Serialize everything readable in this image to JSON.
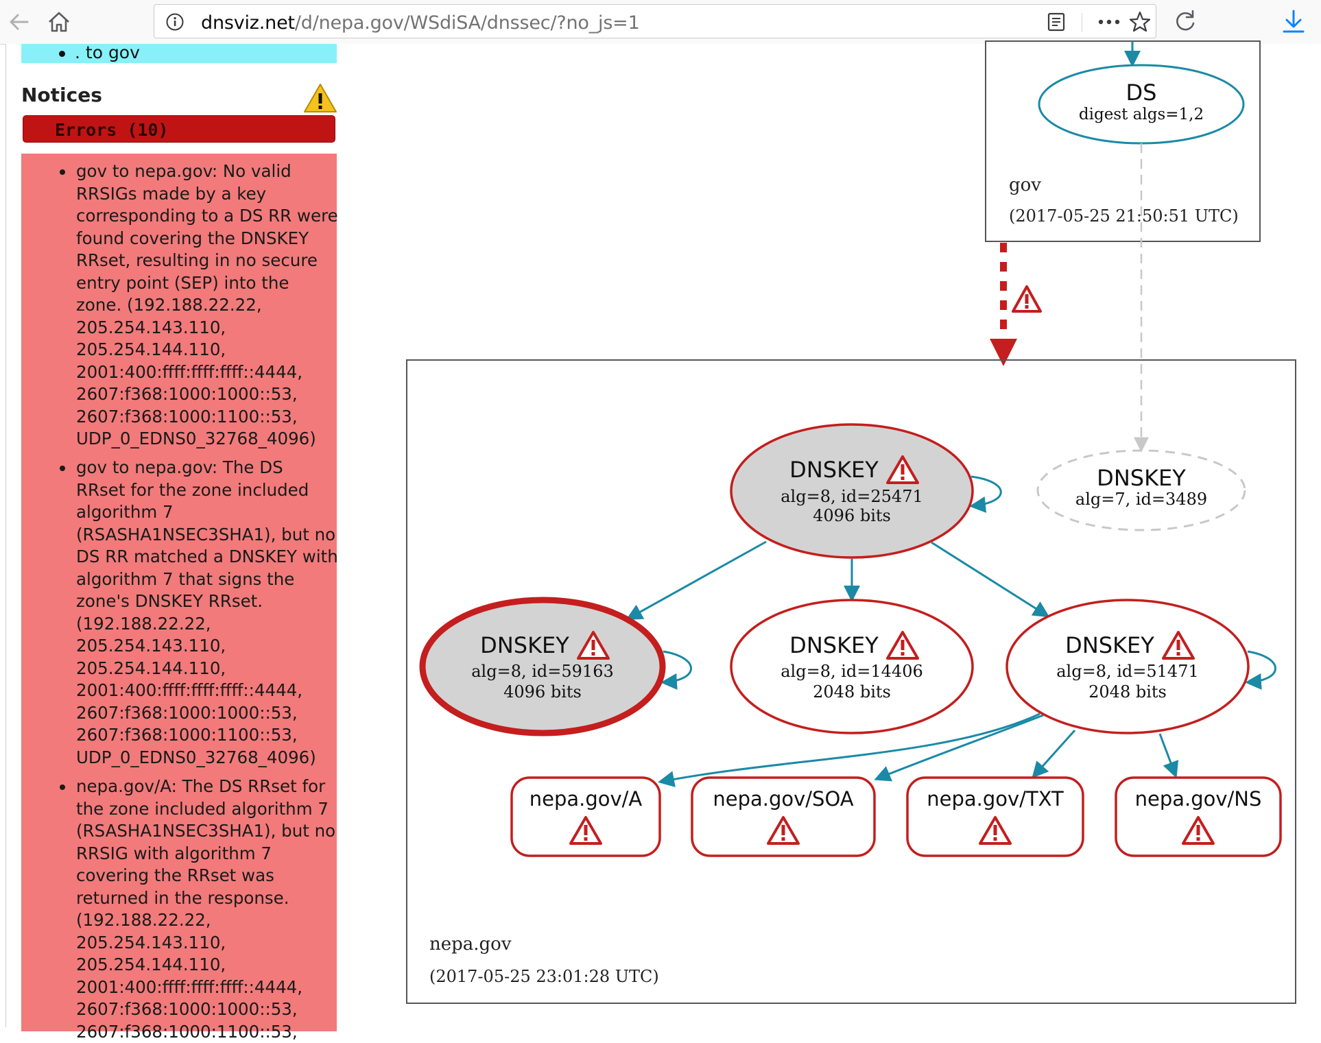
{
  "browser": {
    "url_host": "dnsviz.net",
    "url_path": "/d/nepa.gov/WSdiSA/dnssec/?no_js=1",
    "icons": [
      "back-arrow-icon",
      "home-icon",
      "info-icon",
      "reader-mode-icon",
      "more-dots-icon",
      "star-icon",
      "reload-icon",
      "download-icon"
    ],
    "colors": {
      "toolbar_bg": "#f9f9fa",
      "download_accent": "#0a84ff"
    }
  },
  "sidebar": {
    "prev_item": ". to gov",
    "notices_title": "Notices",
    "errors_label": "Errors (10)",
    "colors": {
      "errors_bar": "#c01414",
      "errors_list_bg": "#f27a7a",
      "prev_box": "#88f0f8"
    },
    "errors": [
      {
        "lines": [
          "gov to nepa.gov: No valid",
          "RRSIGs made by a key",
          "corresponding to a DS RR were",
          "found covering the DNSKEY",
          "RRset, resulting in no secure",
          "entry point (SEP) into the",
          "zone. (192.188.22.22,",
          "205.254.143.110,",
          "205.254.144.110,",
          "2001:400:ffff:ffff:ffff::4444,",
          "2607:f368:1000:1000::53,",
          "2607:f368:1000:1100::53,",
          "UDP_0_EDNS0_32768_4096)"
        ]
      },
      {
        "lines": [
          "gov to nepa.gov: The DS",
          "RRset for the zone included",
          "algorithm 7",
          "(RSASHA1NSEC3SHA1), but no",
          "DS RR matched a DNSKEY with",
          "algorithm 7 that signs the",
          "zone's DNSKEY RRset.",
          "(192.188.22.22,",
          "205.254.143.110,",
          "205.254.144.110,",
          "2001:400:ffff:ffff:ffff::4444,",
          "2607:f368:1000:1000::53,",
          "2607:f368:1000:1100::53,",
          "UDP_0_EDNS0_32768_4096)"
        ]
      },
      {
        "lines": [
          "nepa.gov/A: The DS RRset for",
          "the zone included algorithm 7",
          "(RSASHA1NSEC3SHA1), but no",
          "RRSIG with algorithm 7",
          "covering the RRset was",
          "returned in the response.",
          "(192.188.22.22,",
          "205.254.143.110,",
          "205.254.144.110,",
          "2001:400:ffff:ffff:ffff::4444,",
          "2607:f368:1000:1000::53,",
          "2607:f368:1000:1100::53,"
        ]
      }
    ]
  },
  "diagram": {
    "colors": {
      "edge": "#1a8aa6",
      "error": "#c41e1e",
      "node_fill": "#d3d3d3",
      "dashed": "#c8c8c8"
    },
    "gov_zone": {
      "name": "gov",
      "timestamp": "(2017-05-25 21:50:51 UTC)"
    },
    "ds_node": {
      "title": "DS",
      "detail": "digest algs=1,2"
    },
    "nepa_zone": {
      "name": "nepa.gov",
      "timestamp": "(2017-05-25 23:01:28 UTC)"
    },
    "dnskeys": [
      {
        "title": "DNSKEY",
        "alg_line": "alg=8, id=25471",
        "bits_line": "4096 bits"
      },
      {
        "title": "DNSKEY",
        "alg_line": "alg=7, id=3489",
        "bits_line": ""
      },
      {
        "title": "DNSKEY",
        "alg_line": "alg=8, id=59163",
        "bits_line": "4096 bits"
      },
      {
        "title": "DNSKEY",
        "alg_line": "alg=8, id=14406",
        "bits_line": "2048 bits"
      },
      {
        "title": "DNSKEY",
        "alg_line": "alg=8, id=51471",
        "bits_line": "2048 bits"
      }
    ],
    "rrsets": [
      {
        "label": "nepa.gov/A"
      },
      {
        "label": "nepa.gov/SOA"
      },
      {
        "label": "nepa.gov/TXT"
      },
      {
        "label": "nepa.gov/NS"
      }
    ]
  }
}
